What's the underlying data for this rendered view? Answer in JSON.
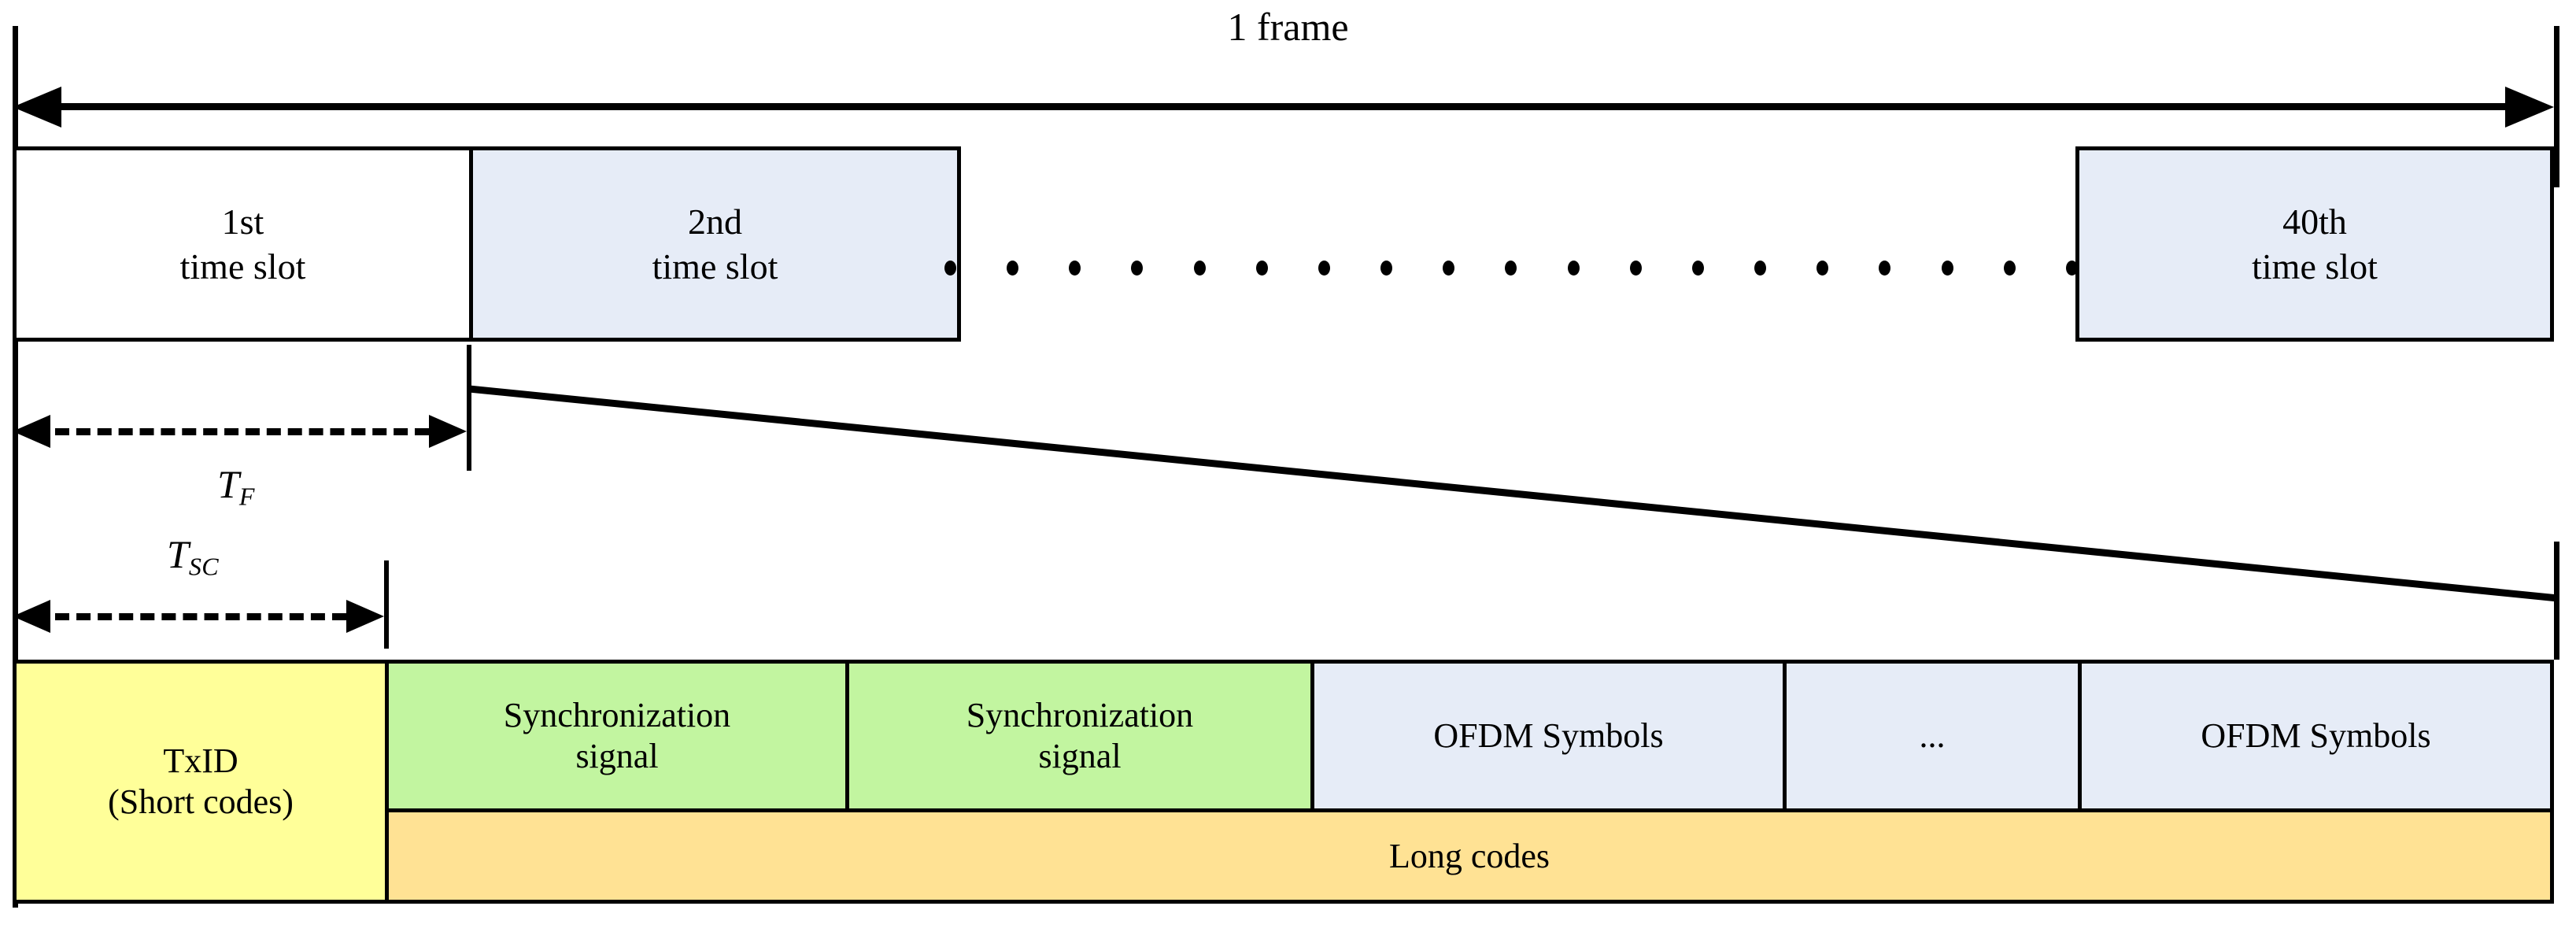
{
  "diagram": {
    "title": "1 frame",
    "frame_arrow_label": "1 frame",
    "colors": {
      "slot_blue": "#e6ecf7",
      "slot_white": "#ffffff",
      "txid_yellow": "#ffff99",
      "sync_green": "#c2f5a0",
      "longcodes_orange": "#ffe294",
      "stroke": "#000000"
    },
    "time_slots": [
      {
        "line1": "1st",
        "line2": "time slot",
        "fill": "#ffffff"
      },
      {
        "line1": "2nd",
        "line2": "time slot",
        "fill": "#e6ecf7"
      },
      {
        "line1": "40th",
        "line2": "time slot",
        "fill": "#e6ecf7"
      }
    ],
    "continuation_dots": 19,
    "measures": [
      {
        "symbol": "T",
        "subscript": "F",
        "label": "T_F"
      },
      {
        "symbol": "T",
        "subscript": "SC",
        "label": "T_SC"
      }
    ],
    "slot_detail": {
      "txid": {
        "line1": "TxID",
        "line2": "(Short codes)"
      },
      "upper_cells": [
        {
          "line1": "Synchronization",
          "line2": "signal",
          "fill": "#c2f5a0"
        },
        {
          "line1": "Synchronization",
          "line2": "signal",
          "fill": "#c2f5a0"
        },
        {
          "line1": "OFDM Symbols",
          "line2": "",
          "fill": "#e6ecf7"
        },
        {
          "line1": "...",
          "line2": "",
          "fill": "#e6ecf7"
        },
        {
          "line1": "OFDM Symbols",
          "line2": "",
          "fill": "#e6ecf7"
        }
      ],
      "lower_band": {
        "label": "Long codes",
        "fill": "#ffe294"
      }
    }
  }
}
